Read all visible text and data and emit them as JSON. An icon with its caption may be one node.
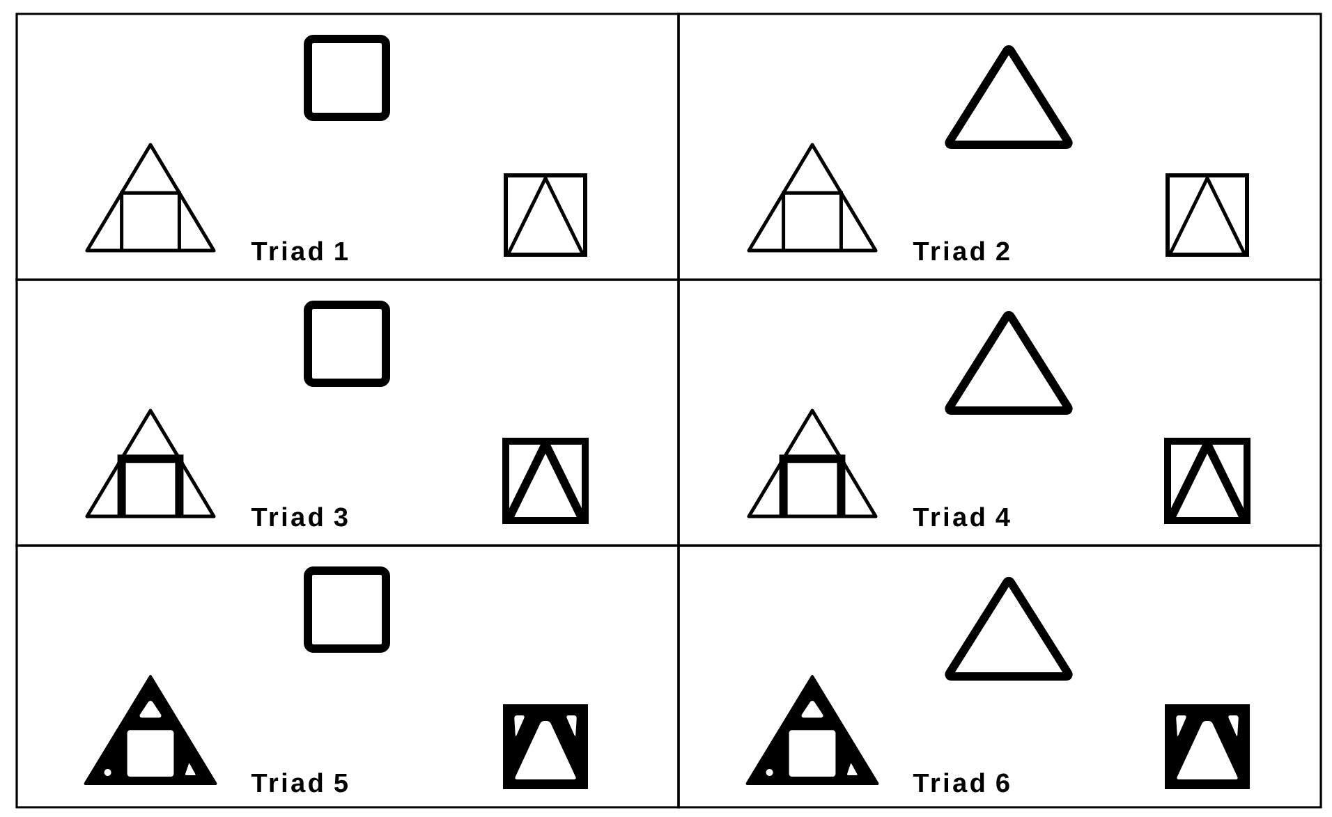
{
  "diagram": {
    "nodes": [
      {
        "text": [
          "Triad 1"
        ]
      },
      {
        "text": [
          "Triad 2"
        ]
      },
      {
        "text": [
          "Triad 3"
        ]
      },
      {
        "text": [
          "Triad 4"
        ]
      },
      {
        "text": [
          "Triad 5"
        ]
      },
      {
        "text": [
          "Triad 6"
        ]
      }
    ]
  }
}
